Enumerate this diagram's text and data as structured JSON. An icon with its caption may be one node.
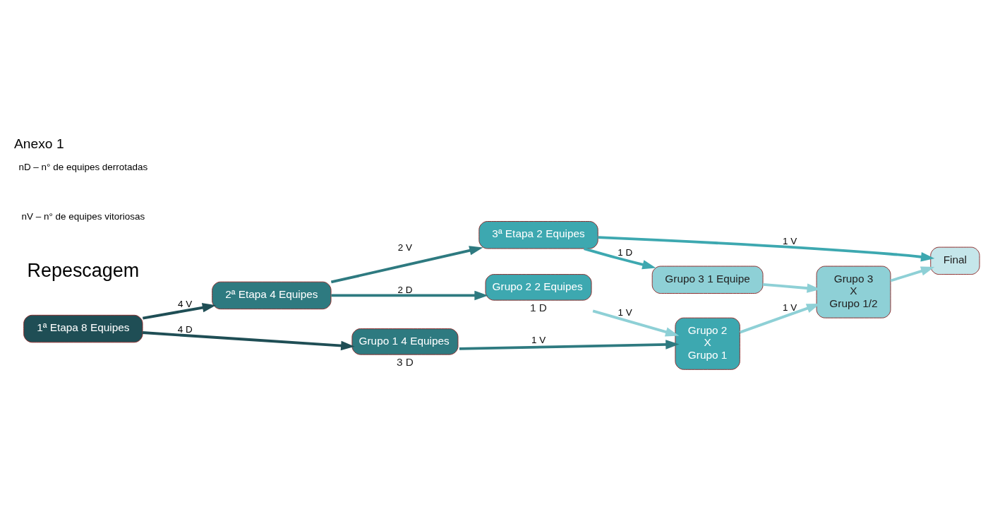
{
  "diagram": {
    "title": "Anexo 1",
    "nodes": [
      {
        "text": [
          "1ª Etapa 8 Equipes"
        ]
      },
      {
        "text": [
          "2ª Etapa 4 Equipes"
        ]
      },
      {
        "text": [
          "3ª Etapa 2 Equipes"
        ]
      },
      {
        "text": [
          "Final"
        ]
      },
      {
        "text": [
          "Grupo 3 1 Equipe"
        ]
      },
      {
        "text": [
          "Grupo 2 2 Equipes"
        ],
        "beside": [
          "1 D"
        ]
      },
      {
        "text": [
          "Grupo 1 4 Equipes"
        ],
        "beside": [
          "3 D"
        ]
      },
      {
        "text": [
          "Grupo 2",
          "X",
          "Grupo 1"
        ]
      },
      {
        "text": [
          "Grupo 3",
          "X",
          "Grupo 1/2"
        ]
      }
    ],
    "edges": [
      {
        "from": 0,
        "to": 1,
        "arrow": "to",
        "label": "4 V",
        "color": "#1f4e55"
      },
      {
        "from": 1,
        "to": 2,
        "arrow": "to",
        "label": "2 V",
        "color": "#2e7a80"
      },
      {
        "from": 2,
        "to": 3,
        "arrow": "to",
        "label": "1 V",
        "color": "#3da8b0"
      },
      {
        "from": 0,
        "to": 6,
        "arrow": "to",
        "label": "4 D",
        "color": "#1f4e55"
      },
      {
        "from": 1,
        "to": 5,
        "arrow": "to",
        "label": "2 D",
        "color": "#2e7a80"
      },
      {
        "from": 2,
        "to": 4,
        "arrow": "to",
        "label": "1 D",
        "color": "#3da8b0"
      },
      {
        "from": 4,
        "to": 8,
        "arrow": "to"
      },
      {
        "from": 5,
        "to": 7,
        "arrow": "to",
        "label": "1 V"
      },
      {
        "from": 6,
        "to": 7,
        "arrow": "to",
        "label": "1 V",
        "color": "#2e7a80"
      },
      {
        "from": 7,
        "to": 8,
        "arrow": "to",
        "label": "1 V"
      },
      {
        "from": 8,
        "to": 3,
        "arrow": "to"
      }
    ],
    "labels": [
      "Repescagem",
      "nV – n° de equipes vitoriosas",
      "nD – n° de equipes derrotadas"
    ]
  }
}
